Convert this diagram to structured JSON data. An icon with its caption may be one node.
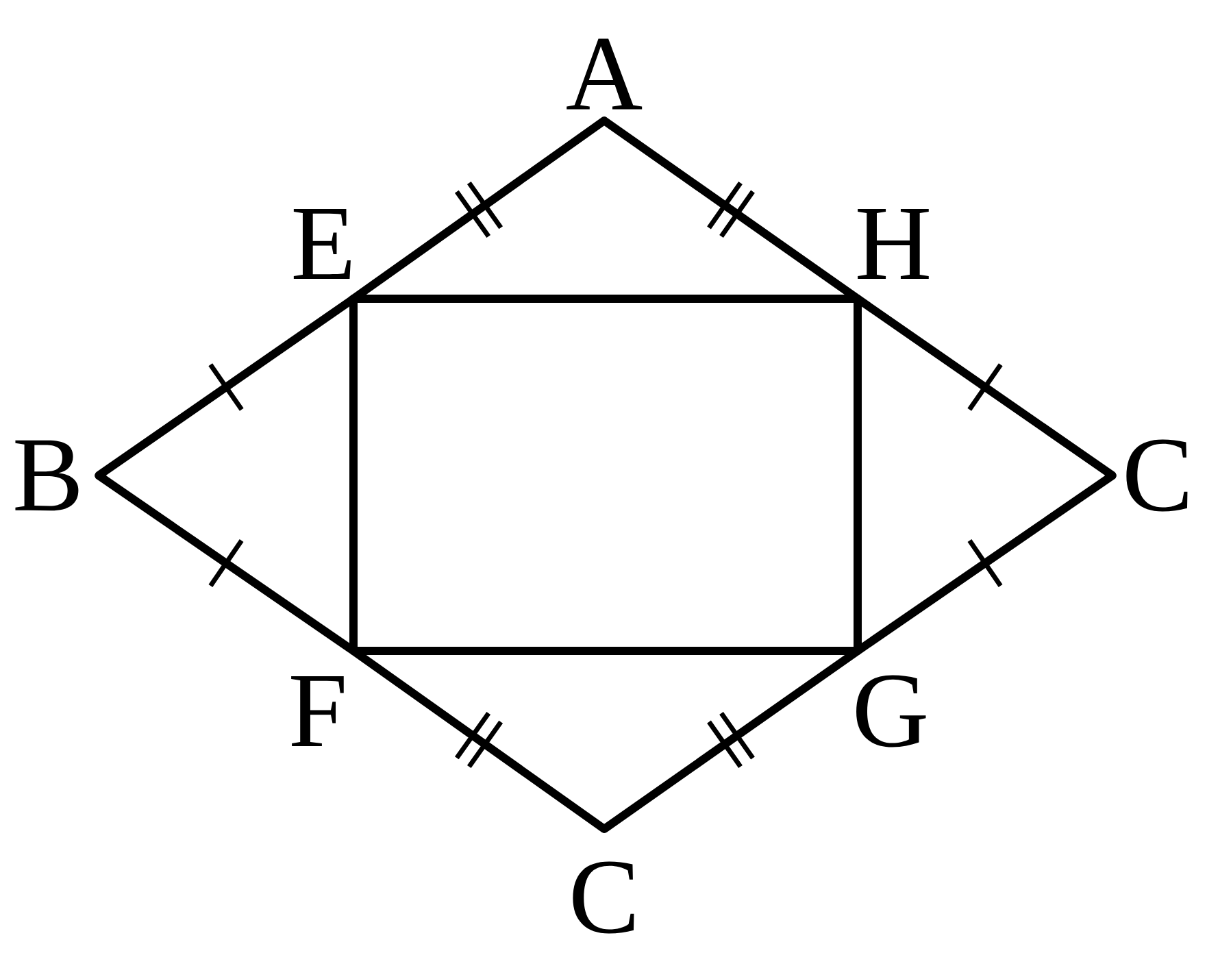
{
  "diagram": {
    "nodes": [
      {
        "text": [
          "A"
        ]
      },
      {
        "text": [
          "E"
        ]
      },
      {
        "text": [
          "H"
        ]
      },
      {
        "text": [
          "B"
        ]
      },
      {
        "text": [
          "C"
        ]
      },
      {
        "text": [
          "F"
        ]
      },
      {
        "text": [
          "G"
        ]
      },
      {
        "text": [
          "C"
        ]
      }
    ],
    "edges": [
      {
        "from": 0,
        "to": 1,
        "arrow": "none"
      },
      {
        "from": 1,
        "to": 3,
        "arrow": "none"
      },
      {
        "from": 3,
        "to": 5,
        "arrow": "none"
      },
      {
        "from": 5,
        "to": 7,
        "arrow": "none"
      },
      {
        "from": 7,
        "to": 6,
        "arrow": "none"
      },
      {
        "from": 6,
        "to": 4,
        "arrow": "none"
      },
      {
        "from": 4,
        "to": 2,
        "arrow": "none"
      },
      {
        "from": 2,
        "to": 0,
        "arrow": "none"
      },
      {
        "from": 1,
        "to": 2,
        "arrow": "none"
      },
      {
        "from": 2,
        "to": 6,
        "arrow": "none"
      },
      {
        "from": 6,
        "to": 5,
        "arrow": "none"
      },
      {
        "from": 5,
        "to": 1,
        "arrow": "none"
      }
    ]
  }
}
